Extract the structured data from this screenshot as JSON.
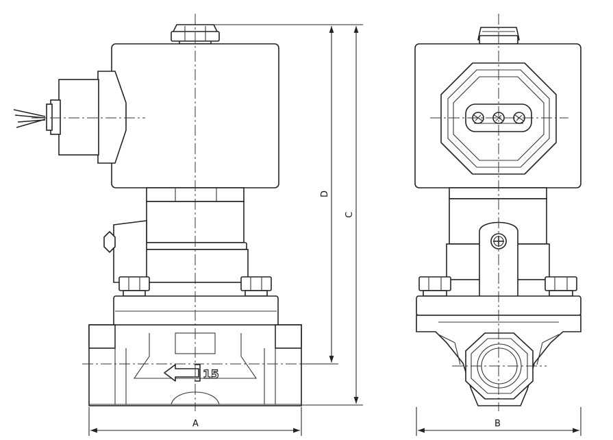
{
  "dimensions": {
    "a_label": "A",
    "b_label": "B",
    "c_label": "C",
    "d_label": "D"
  },
  "flow_marking": {
    "size_label": "15"
  }
}
